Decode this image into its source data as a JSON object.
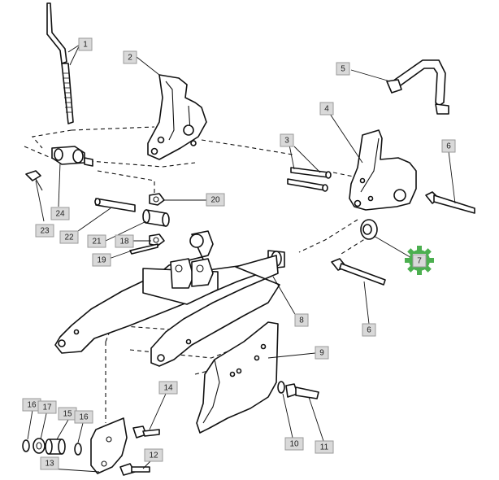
{
  "labels": {
    "c1": "1",
    "c2": "2",
    "c3": "3",
    "c4": "4",
    "c5": "5",
    "c6a": "6",
    "c6b": "6",
    "c7": "7",
    "c8": "8",
    "c9": "9",
    "c10": "10",
    "c11": "11",
    "c12": "12",
    "c13": "13",
    "c14": "14",
    "c15": "15",
    "c16a": "16",
    "c16b": "16",
    "c17": "17",
    "c18": "18",
    "c19": "19",
    "c20": "20",
    "c21": "21",
    "c22": "22",
    "c23": "23",
    "c24": "24"
  },
  "highlight": {
    "callout": "7",
    "color": "#4caf50"
  }
}
